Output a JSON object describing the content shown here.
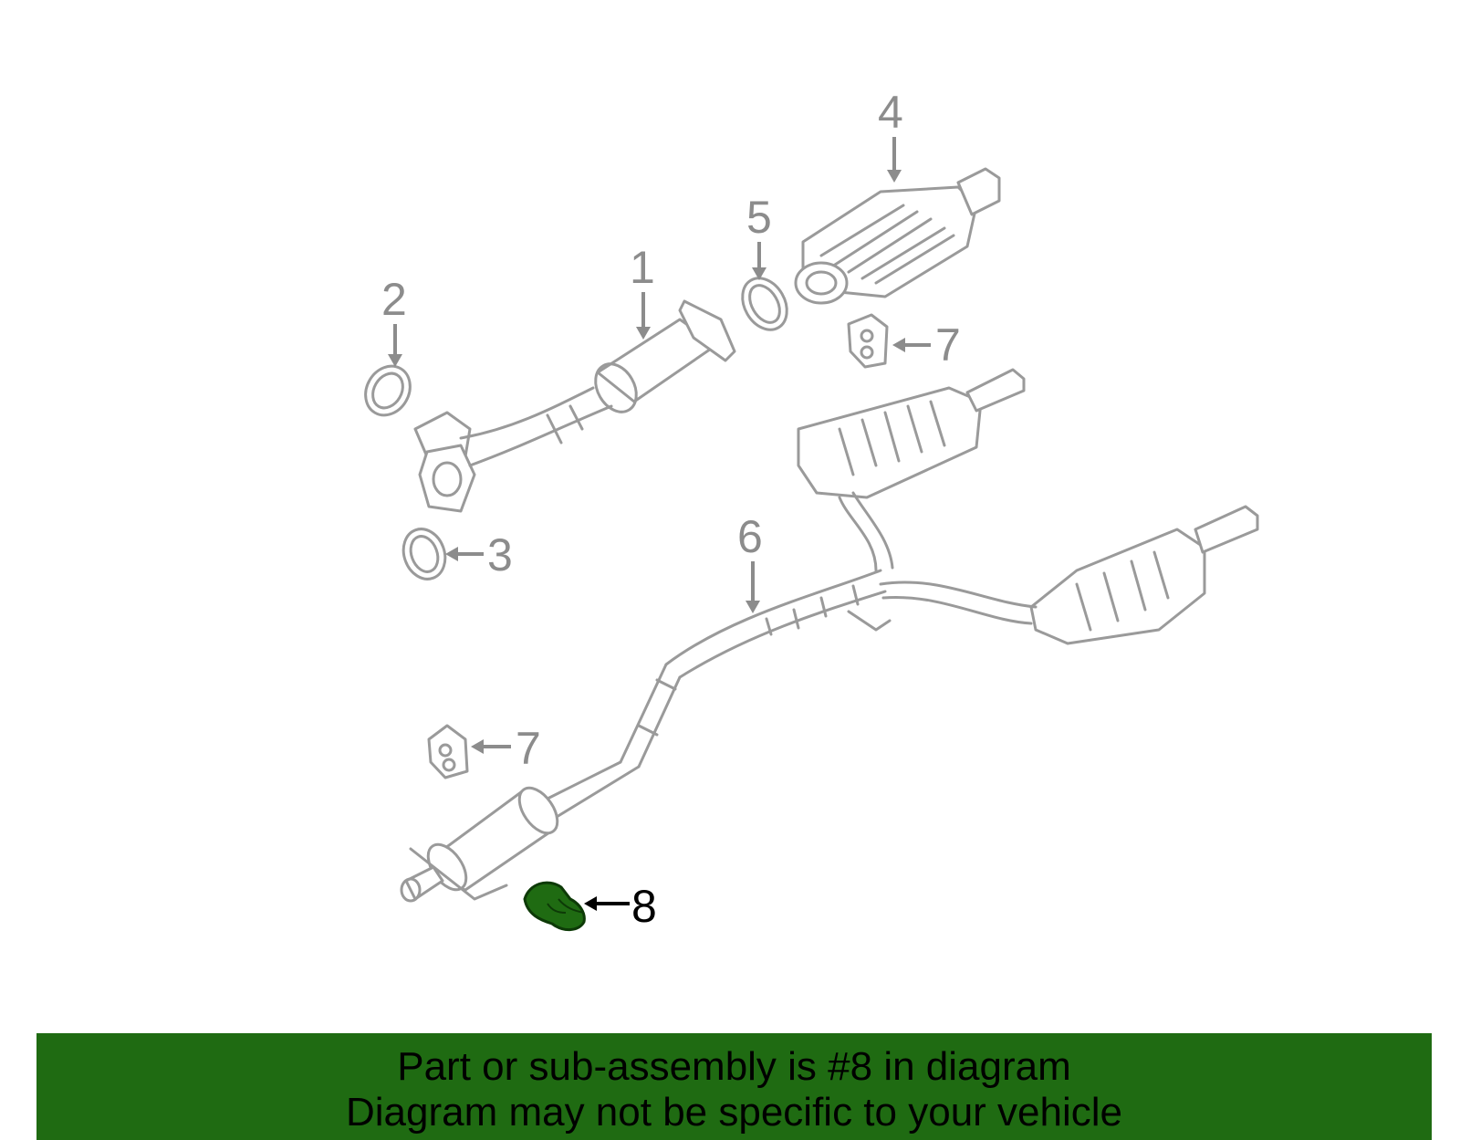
{
  "callouts": {
    "c1": "1",
    "c2": "2",
    "c3": "3",
    "c4": "4",
    "c5": "5",
    "c6": "6",
    "c7a": "7",
    "c7b": "7",
    "c8": "8"
  },
  "highlight_color": "#1f6b12",
  "banner": {
    "line1": "Part or sub-assembly is #8 in diagram",
    "line2": "Diagram may not be specific to your vehicle"
  }
}
